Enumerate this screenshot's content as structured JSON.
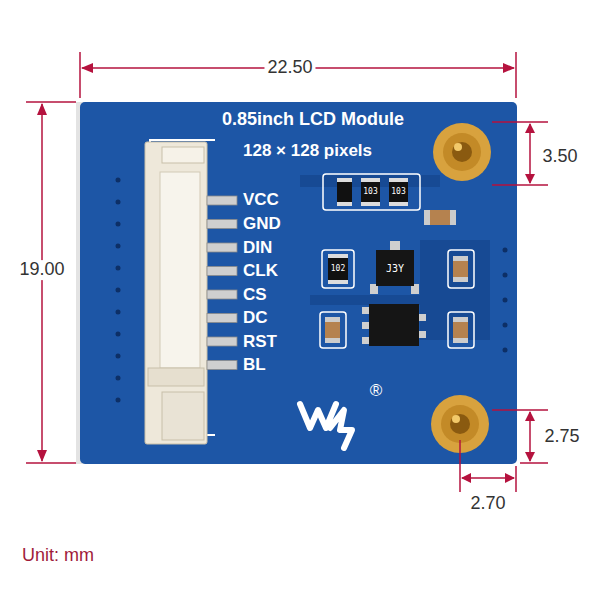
{
  "diagram": {
    "nodes": [
      {
        "text": [
          "0.85inch LCD Module",
          "128 × 128 pixels"
        ]
      }
    ],
    "labels": [
      "22.50",
      "19.00",
      "3.50",
      "2.75",
      "2.70",
      "Unit: mm",
      "VCC",
      "GND",
      "DIN",
      "CLK",
      "CS",
      "DC",
      "RST",
      "BL",
      "103",
      "103",
      "102",
      "J3Y",
      "®"
    ]
  }
}
